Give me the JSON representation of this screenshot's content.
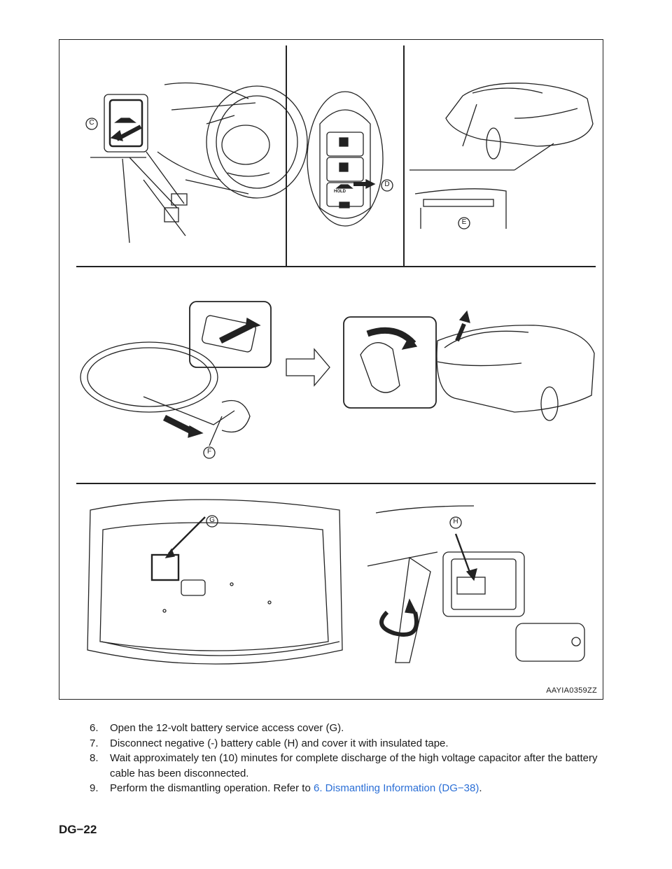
{
  "figure": {
    "code": "AAYIA0359ZZ",
    "callouts": {
      "c": "C",
      "d": "D",
      "e": "E",
      "f": "F",
      "g": "G",
      "h": "H"
    },
    "key_fob_hold_label": "HOLD"
  },
  "steps": [
    {
      "num": "6.",
      "text": "Open the 12-volt battery service access cover (G)."
    },
    {
      "num": "7.",
      "text": "Disconnect negative (-) battery cable (H) and cover it with insulated tape."
    },
    {
      "num": "8.",
      "text": "Wait approximately ten (10) minutes for complete discharge of the high voltage capacitor after the battery cable has been disconnected."
    },
    {
      "num": "9.",
      "text": "Perform the dismantling operation. Refer to ",
      "link": "6.  Dismantling Information (DG−38)",
      "suffix": "."
    }
  ],
  "footer": {
    "page": "DG−22"
  }
}
